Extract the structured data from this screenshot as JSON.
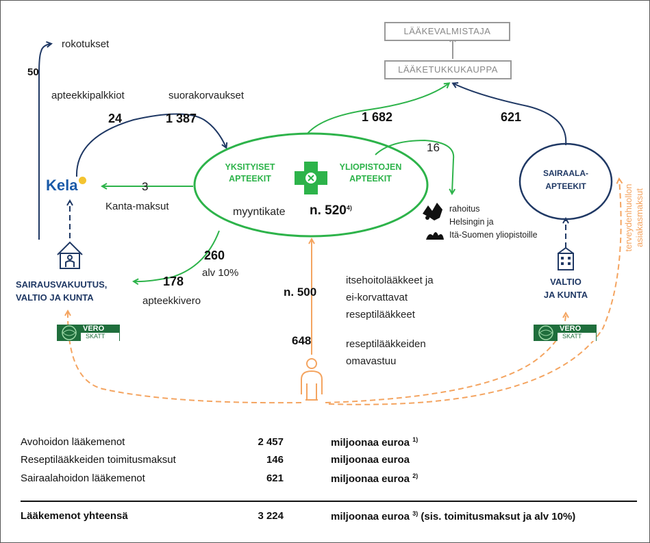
{
  "boxes": {
    "manufacturer": "LÄÄKEVALMISTAJA",
    "wholesale": "LÄÄKETUKKUKAUPPA"
  },
  "labels": {
    "vaccinations": "rokotukset",
    "pharmacy_fees": "apteekkipalkkiot",
    "direct_comp": "suorakorvaukset",
    "kela": "Kela",
    "kanta": "Kanta-maksut",
    "margin": "myyntikate",
    "funding": [
      "rahoitus",
      "Helsingin ja",
      "Itä-Suomen yliopistoille"
    ],
    "vat": "alv 10%",
    "pharmacy_tax": "apteekkivero",
    "selfcare": [
      "itsehoitolääkkeet ja",
      "ei-korvattavat",
      "reseptilääkkeet"
    ],
    "copay": [
      "reseptilääkkeiden",
      "omavastuu"
    ],
    "health_fees": [
      "terveydenhuollon",
      "asiakasmaksut"
    ],
    "vero_top": "VERO",
    "vero_bottom": "SKATT"
  },
  "nodes": {
    "private": [
      "YKSITYISET",
      "APTEEKIT"
    ],
    "university": [
      "YLIOPISTOJEN",
      "APTEEKIT"
    ],
    "hospital": [
      "SAIRAALA-",
      "APTEEKIT"
    ],
    "insurance": [
      "SAIRAUSVAKUUTUS,",
      "VALTIO JA KUNTA"
    ],
    "state": [
      "VALTIO",
      "JA KUNTA"
    ]
  },
  "values": {
    "v50": "50",
    "v24": "24",
    "v1387": "1 387",
    "v1682": "1 682",
    "v621": "621",
    "v16": "16",
    "v3": "3",
    "v520": "n. 520",
    "v520_note": "4)",
    "v260": "260",
    "v178": "178",
    "v500": "n. 500",
    "v648": "648"
  },
  "table": {
    "rows": [
      {
        "label": "Avohoidon lääkemenot",
        "value": "2 457",
        "unit": "miljoonaa euroa",
        "note": "1)",
        "tail": ""
      },
      {
        "label": "Reseptilääkkeiden toimitusmaksut",
        "value": "146",
        "unit": "miljoonaa euroa",
        "note": "",
        "tail": ""
      },
      {
        "label": "Sairaalahoidon lääkemenot",
        "value": "621",
        "unit": "miljoonaa euroa",
        "note": "2)",
        "tail": ""
      }
    ],
    "total": {
      "label": "Lääkemenot yhteensä",
      "value": "3 224",
      "unit": "miljoonaa euroa",
      "note": "3)",
      "tail": " (sis. toimitusmaksut ja alv 10%)"
    }
  },
  "colors": {
    "green": "#2db34a",
    "navy": "#1f3864",
    "orange": "#f4a460",
    "gray": "#999999"
  }
}
